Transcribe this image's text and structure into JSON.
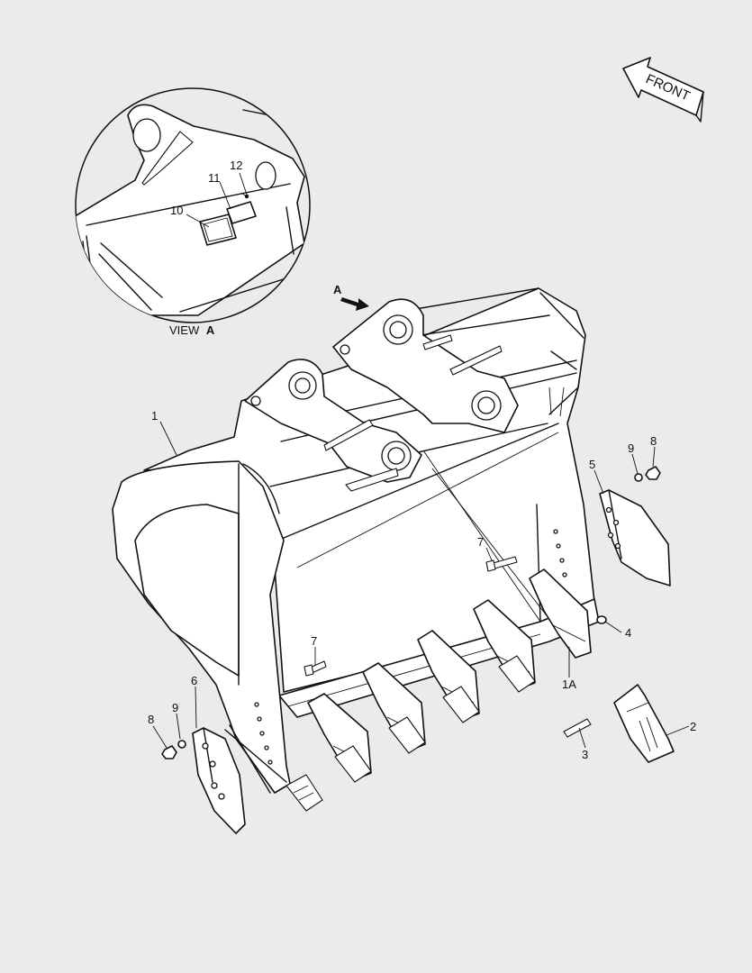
{
  "labels": {
    "p1": "1",
    "p1a": "1A",
    "p2": "2",
    "p3": "3",
    "p4": "4",
    "p5": "5",
    "p6": "6",
    "p7a": "7",
    "p7b": "7",
    "p8a": "8",
    "p8b": "8",
    "p9a": "9",
    "p9b": "9",
    "p10": "10",
    "p11": "11",
    "p12": "12",
    "view_arrow": "A"
  },
  "view_caption": {
    "prefix": "VIEW",
    "letter": "A"
  },
  "front_arrow": "FRONT",
  "colors": {
    "background": "#ebebeb",
    "ink": "#111111",
    "paper": "#ffffff"
  }
}
